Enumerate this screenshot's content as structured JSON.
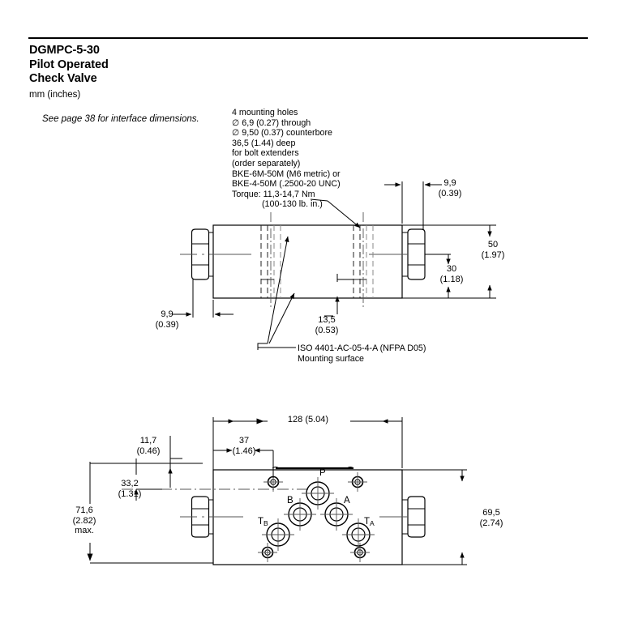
{
  "header": {
    "title_lines": [
      "DGMPC-5-30",
      "Pilot Operated",
      "Check Valve"
    ],
    "units": "mm (inches)",
    "reference_note": "See page 38 for interface dimensions."
  },
  "notes": {
    "mounting_holes": [
      "4 mounting holes",
      "∅ 6,9 (0.27) through",
      "∅ 9,50 (0.37) counterbore",
      "36,5 (1.44) deep",
      "for bolt extenders",
      "(order separately)",
      "BKE-6M-50M (M6 metric) or",
      "BKE-4-50M (.2500-20 UNC)",
      "Torque: 11,3-14,7 Nm"
    ],
    "mounting_holes_indented": "(100-130 lb. in.)",
    "interface_standard": "ISO 4401-AC-05-4-A (NFPA D05)",
    "interface_standard_sub": "Mounting surface"
  },
  "side_view": {
    "dim_left_mm": "9,9",
    "dim_left_in": "(0.39)",
    "dim_right_mm": "9,9",
    "dim_right_in": "(0.39)",
    "dim_height_mm": "50",
    "dim_height_in": "(1.97)",
    "dim_center_height_mm": "30",
    "dim_center_height_in": "(1.18)",
    "dim_bore_mm": "13,5",
    "dim_bore_in": "(0.53)"
  },
  "top_view": {
    "dim_width_mm_in": "128 (5.04)",
    "dim_offset1_mm": "11,7",
    "dim_offset1_in": "(0.46)",
    "dim_offset2_mm": "37",
    "dim_offset2_in": "(1.46)",
    "dim_height_left_mm": "71,6",
    "dim_height_left_in": "(2.82)",
    "dim_height_left_note": "max.",
    "dim_height_inner_mm": "33,2",
    "dim_height_inner_in": "(1.31)",
    "dim_height_right_mm": "69,5",
    "dim_height_right_in": "(2.74)",
    "ports": [
      {
        "id": "P",
        "label": "P",
        "sub": ""
      },
      {
        "id": "A",
        "label": "A",
        "sub": ""
      },
      {
        "id": "B",
        "label": "B",
        "sub": ""
      },
      {
        "id": "TA",
        "label": "T",
        "sub": "A"
      },
      {
        "id": "TB",
        "label": "T",
        "sub": "B"
      }
    ]
  },
  "colors": {
    "line": "#000000",
    "thin_line": "#3a3a3a",
    "background": "#ffffff"
  }
}
